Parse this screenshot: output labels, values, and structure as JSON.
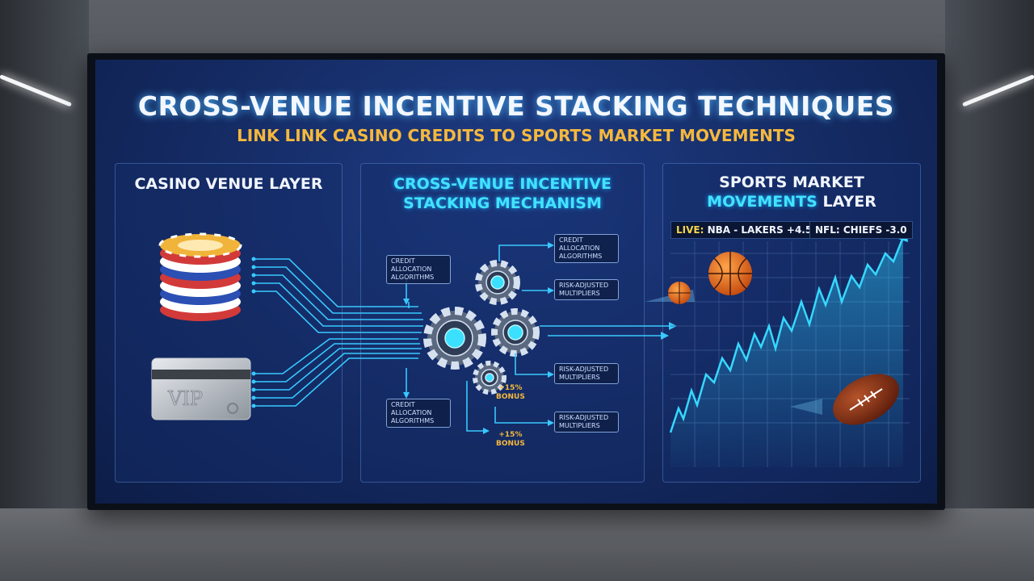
{
  "title": "CROSS-VENUE INCENTIVE STACKING TECHNIQUES",
  "subtitle": "LINK LINK CASINO CREDITS TO SPORTS MARKET MOVEMENTS",
  "panels": {
    "casino": {
      "heading": "CASINO VENUE LAYER",
      "card_text": "VIP"
    },
    "mechanism": {
      "heading_line1": "CROSS-VENUE INCENTIVE",
      "heading_line2": "STACKING MECHANISM",
      "nodes": [
        "CREDIT ALLOCATION ALGORITHMS",
        "CREDIT ALLOCATION ALGORITHMS",
        "RISK-ADJUSTED MULTIPLIERS",
        "RISK-ADJUSTED MULTIPLIERS",
        "CREDIT ALLOCATION ALGORITHMS",
        "RISK-ADJUSTED MULTIPLIERS"
      ],
      "bonuses": [
        {
          "value": "+15%",
          "label": "BONUS"
        },
        {
          "value": "+15%",
          "label": "BONUS"
        }
      ]
    },
    "sports": {
      "heading_line1": "SPORTS MARKET",
      "heading_line2_cyan": "MOVEMENTS",
      "heading_line2_rest": " LAYER",
      "ticker_live_label": "LIVE:",
      "ticker_live_text": " NBA - LAKERS +4.5",
      "ticker_nfl": "NFL: CHIEFS -3.0"
    }
  },
  "colors": {
    "title_glow": "#4fb7ff",
    "subtitle": "#f5b83d",
    "accent_cyan": "#42e3ff",
    "panel_bg": "#142a62"
  },
  "icons": [
    "casino-chips-icon",
    "vip-card-icon",
    "gear-icon",
    "basketball-icon",
    "football-icon",
    "trend-line-icon"
  ]
}
